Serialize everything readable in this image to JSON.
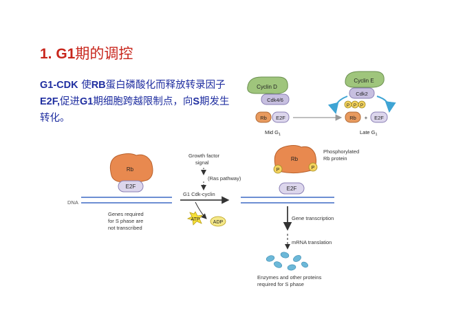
{
  "slide": {
    "title_num": "1. G1",
    "title_rest": "期的调控",
    "desc": [
      {
        "t": "G1-CDK",
        "b": true
      },
      {
        "t": " 使",
        "b": false
      },
      {
        "t": "RB",
        "b": true
      },
      {
        "t": "蛋白磷酸化而释放转录因子",
        "b": false
      },
      {
        "t": "E2F,",
        "b": true
      },
      {
        "t": "促进",
        "b": false
      },
      {
        "t": "G1",
        "b": true
      },
      {
        "t": "期细胞跨越限制点，向",
        "b": false
      },
      {
        "t": "S",
        "b": true
      },
      {
        "t": "期发生转化。",
        "b": false
      }
    ]
  },
  "top_diagram": {
    "cyclin_d": "Cyclin D",
    "cdk46": "Cdk4/6",
    "rb": "Rb",
    "e2f": "E2F",
    "mid_g1": "Mid G",
    "cyclin_e": "Cyclin E",
    "cdk2": "Cdk2",
    "p": "P",
    "plus": "+",
    "late_g1": "Late G",
    "sub1": "1"
  },
  "main_diagram": {
    "rb": "Rb",
    "e2f": "E2F",
    "dna": "DNA",
    "genes_line1": "Genes required",
    "genes_line2": "for S phase are",
    "genes_line3": "not transcribed",
    "growth_line1": "Growth factor",
    "growth_line2": "signal",
    "ras": "(Ras pathway)",
    "g1cdk": "G1 Cdk-cyclin",
    "atp": "ATP",
    "adp": "ADP",
    "p": "P",
    "phos_line1": "Phosphorylated",
    "phos_line2": "Rb protein",
    "gene_tx": "Gene transcription",
    "mrna": "mRNA translation",
    "enz_line1": "Enzymes and other proteins",
    "enz_line2": "required for S phase"
  }
}
